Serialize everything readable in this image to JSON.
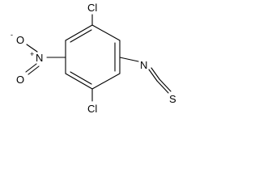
{
  "molecule": {
    "atoms": {
      "cl_top": "Cl",
      "cl_bottom": "Cl",
      "n_nitro": "N",
      "o_top": "O",
      "o_bottom": "O",
      "n_iso": "N",
      "s": "S"
    },
    "charges": {
      "n_nitro": "+",
      "o_top": "-"
    }
  }
}
